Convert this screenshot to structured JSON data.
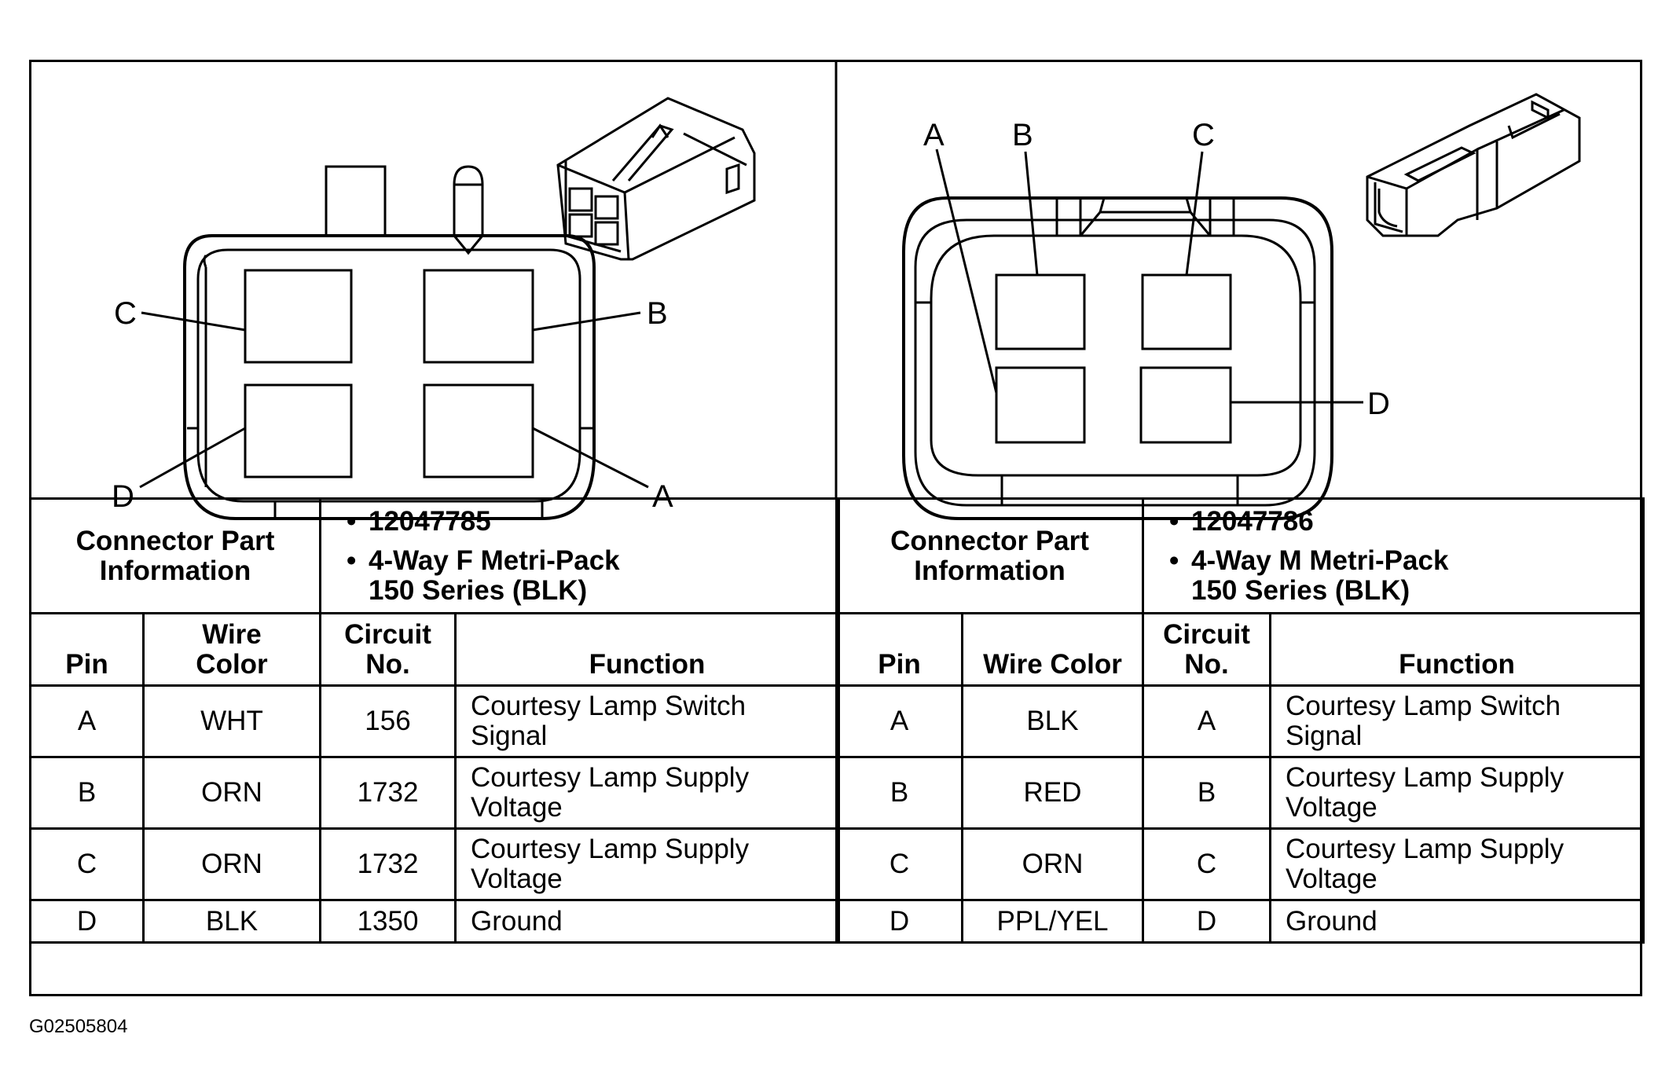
{
  "figure_id": "G02505804",
  "left_connector": {
    "labels": {
      "a": "A",
      "b": "B",
      "c": "C",
      "d": "D"
    },
    "part_info_label": [
      "Connector Part",
      "Information"
    ],
    "part_number": "12047785",
    "part_desc_1": "4-Way F Metri-Pack",
    "part_desc_2": "150 Series (BLK)",
    "headers": {
      "pin": "Pin",
      "wire_color": [
        "Wire",
        "Color"
      ],
      "circuit": [
        "Circuit",
        "No."
      ],
      "function": "Function"
    },
    "rows": [
      {
        "pin": "A",
        "wire": "WHT",
        "circuit": "156",
        "function": [
          "Courtesy Lamp Switch",
          "Signal"
        ]
      },
      {
        "pin": "B",
        "wire": "ORN",
        "circuit": "1732",
        "function": [
          "Courtesy Lamp Supply",
          "Voltage"
        ]
      },
      {
        "pin": "C",
        "wire": "ORN",
        "circuit": "1732",
        "function": [
          "Courtesy Lamp Supply",
          "Voltage"
        ]
      },
      {
        "pin": "D",
        "wire": "BLK",
        "circuit": "1350",
        "function": [
          "Ground",
          ""
        ]
      }
    ]
  },
  "right_connector": {
    "labels": {
      "a": "A",
      "b": "B",
      "c": "C",
      "d": "D"
    },
    "part_info_label": [
      "Connector Part",
      "Information"
    ],
    "part_number": "12047786",
    "part_desc_1": "4-Way M Metri-Pack",
    "part_desc_2": "150 Series (BLK)",
    "headers": {
      "pin": "Pin",
      "wire_color": "Wire Color",
      "circuit": [
        "Circuit",
        "No."
      ],
      "function": "Function"
    },
    "rows": [
      {
        "pin": "A",
        "wire": "BLK",
        "circuit": "A",
        "function": [
          "Courtesy Lamp Switch",
          "Signal"
        ]
      },
      {
        "pin": "B",
        "wire": "RED",
        "circuit": "B",
        "function": [
          "Courtesy Lamp Supply",
          "Voltage"
        ]
      },
      {
        "pin": "C",
        "wire": "ORN",
        "circuit": "C",
        "function": [
          "Courtesy Lamp Supply",
          "Voltage"
        ]
      },
      {
        "pin": "D",
        "wire": "PPL/YEL",
        "circuit": "D",
        "function": [
          "Ground",
          ""
        ]
      }
    ]
  }
}
